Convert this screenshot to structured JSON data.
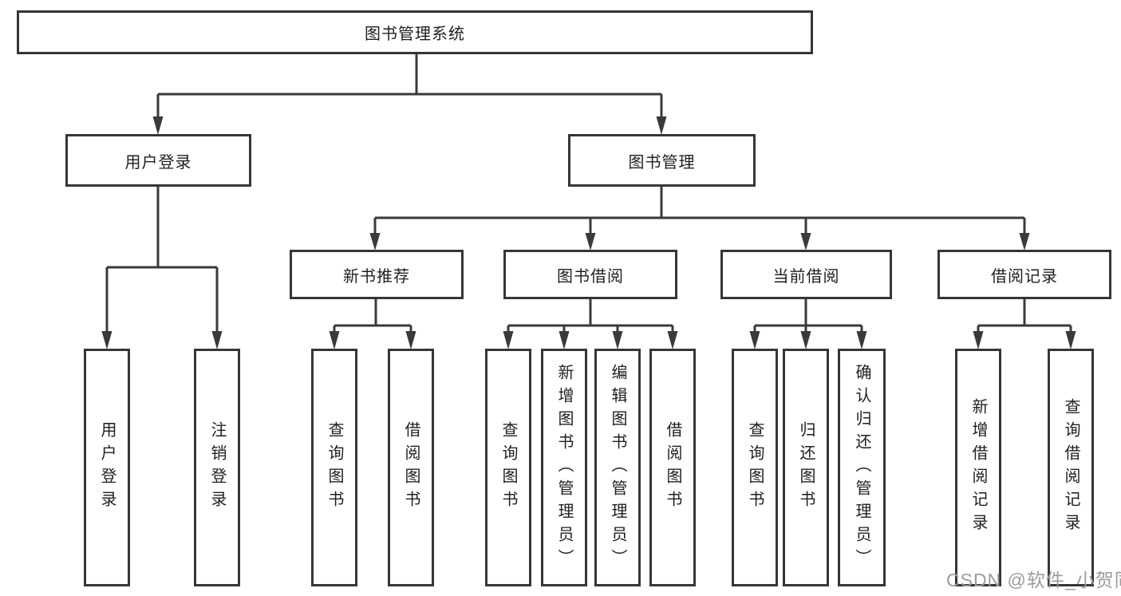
{
  "root": {
    "label": "图书管理系统"
  },
  "tree": {
    "user_login": {
      "label": "用户登录",
      "children": [
        "用户登录",
        "注销登录"
      ]
    },
    "book_management": {
      "label": "图书管理",
      "groups": {
        "new_books": {
          "label": "新书推荐",
          "children": [
            "查询图书",
            "借阅图书"
          ]
        },
        "book_borrow": {
          "label": "图书借阅",
          "children": [
            "查询图书",
            "新增图书（管理员）",
            "编辑图书（管理员）",
            "借阅图书"
          ]
        },
        "current_borrow": {
          "label": "当前借阅",
          "children": [
            "查询图书",
            "归还图书",
            "确认归还（管理员）"
          ]
        },
        "borrow_records": {
          "label": "借阅记录",
          "children": [
            "新增借阅记录",
            "查询借阅记录"
          ]
        }
      }
    }
  },
  "watermark": "CSDN @软件_小贺同学",
  "colors": {
    "line": "#3a3a3a",
    "border": "#363636",
    "text": "#1f1f1f",
    "watermark": "#9c9c9c",
    "background": "#ffffff"
  }
}
